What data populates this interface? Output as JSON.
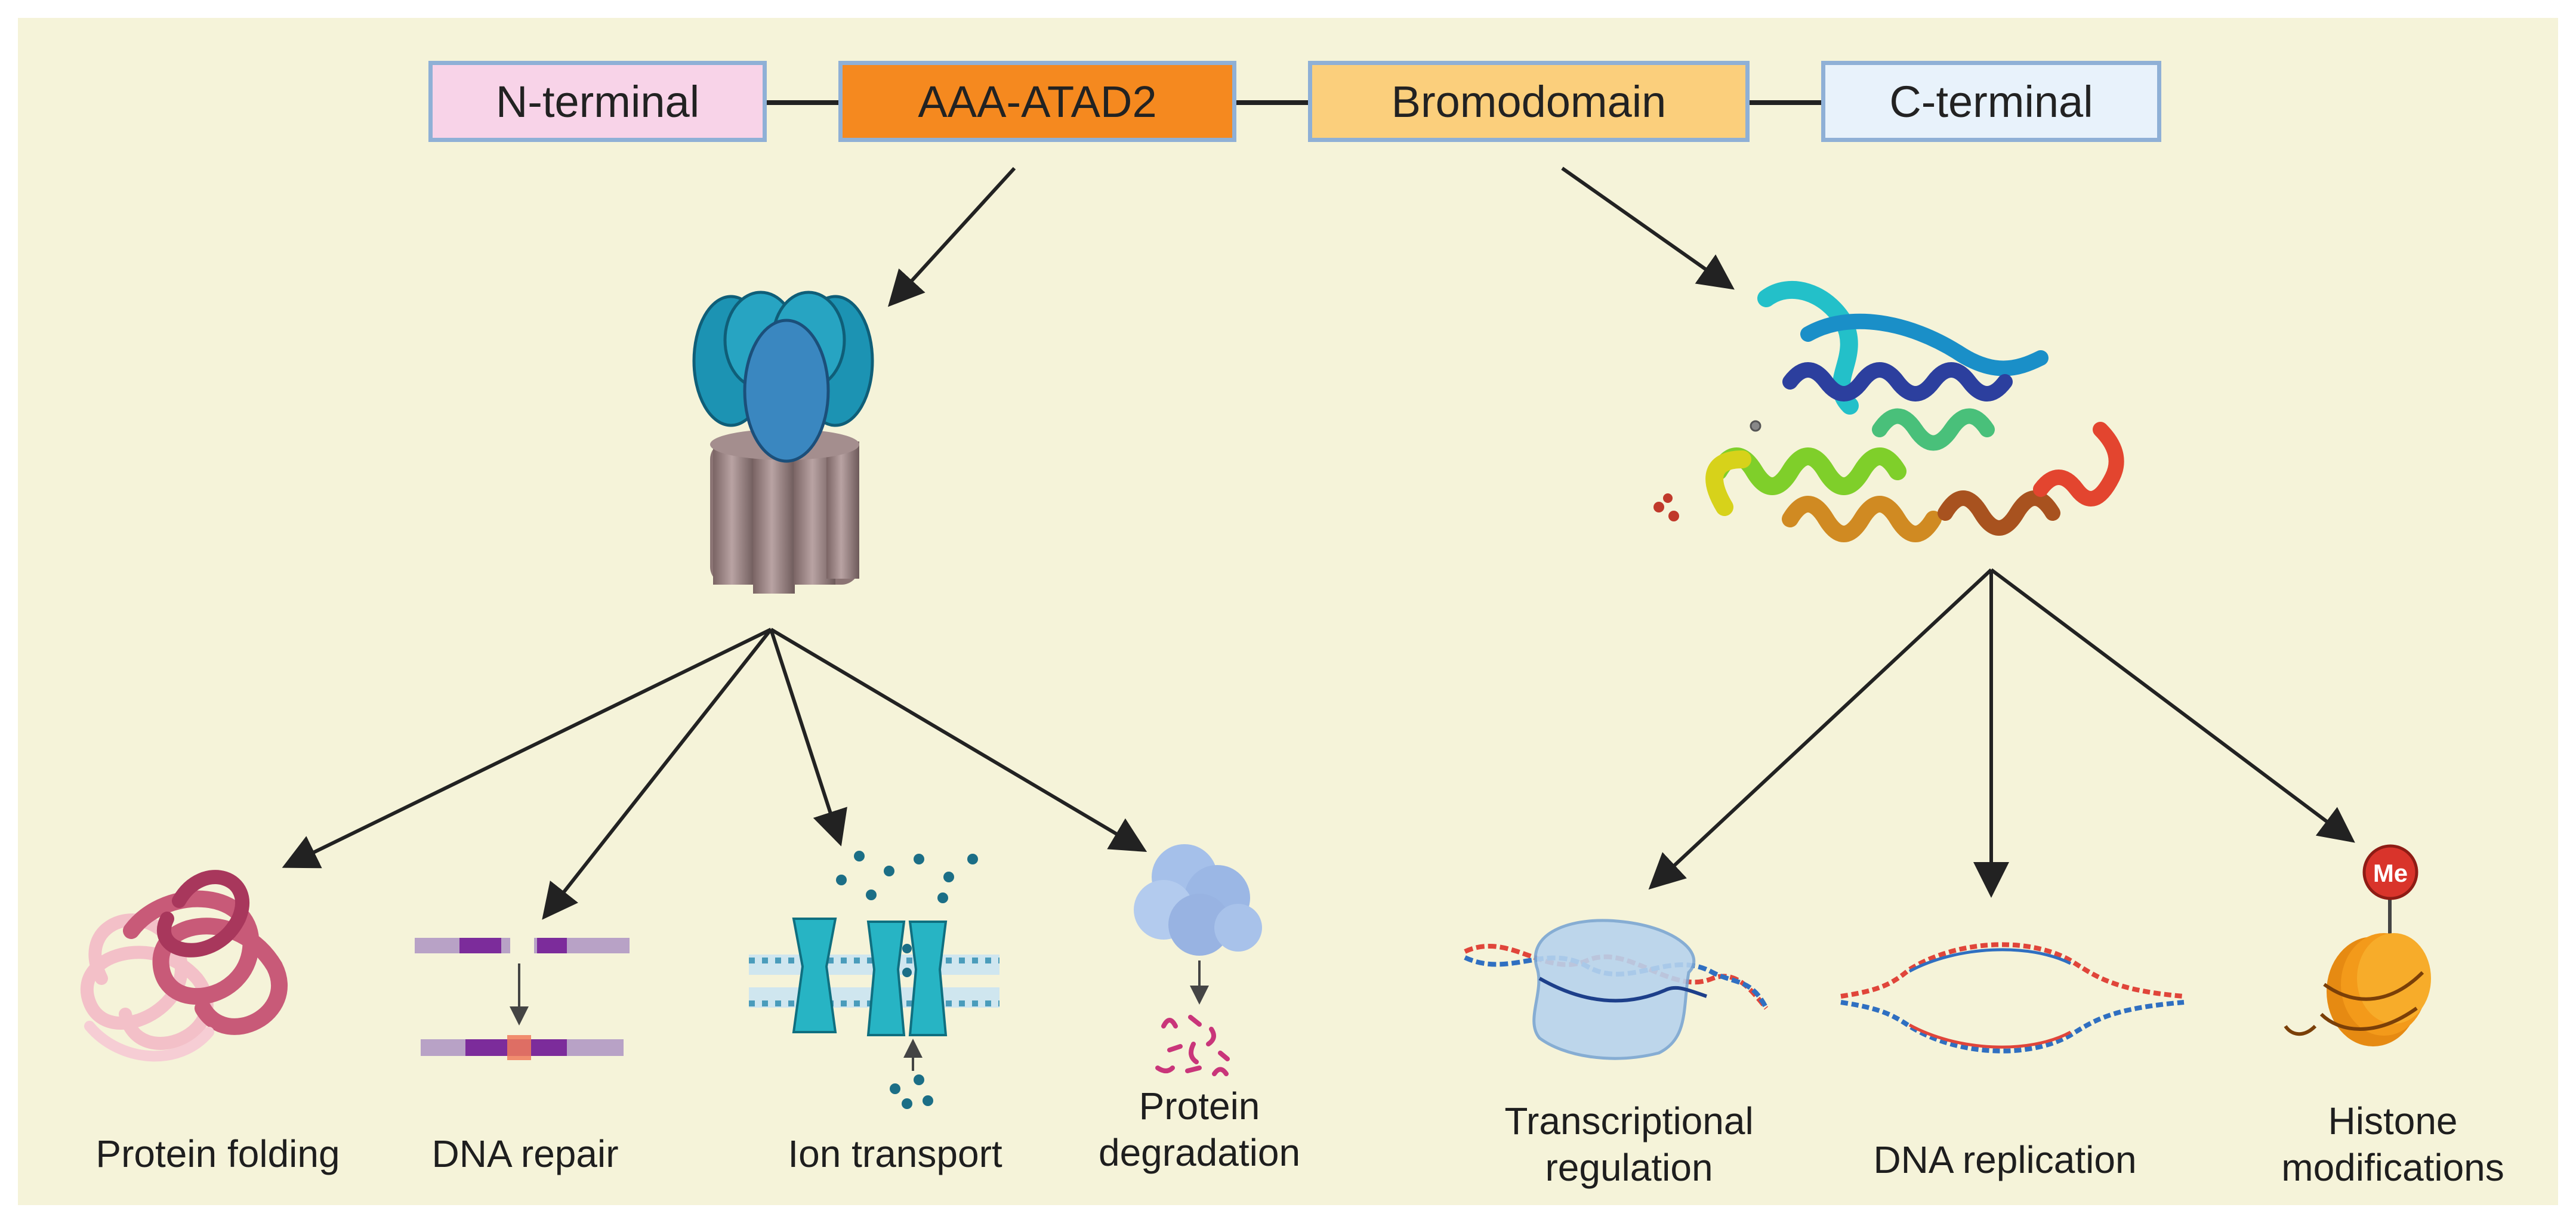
{
  "domains": [
    {
      "id": "n-terminal",
      "label": "N-terminal",
      "color": "#f8d3e8"
    },
    {
      "id": "aaa-atad2",
      "label": "AAA-ATAD2",
      "color": "#f5891f"
    },
    {
      "id": "bromodomain",
      "label": "Bromodomain",
      "color": "#fbcf7c"
    },
    {
      "id": "c-terminal",
      "label": "C-terminal",
      "color": "#e8f2fb"
    }
  ],
  "aaa_functions": [
    {
      "label": "Protein folding"
    },
    {
      "label": "DNA repair"
    },
    {
      "label": "Ion transport"
    },
    {
      "label": "Protein\ndegradation"
    }
  ],
  "bromo_functions": [
    {
      "label": "Transcriptional\nregulation"
    },
    {
      "label": "DNA replication"
    },
    {
      "label": "Histone\nmodifications"
    }
  ],
  "histone_mark": "Me"
}
